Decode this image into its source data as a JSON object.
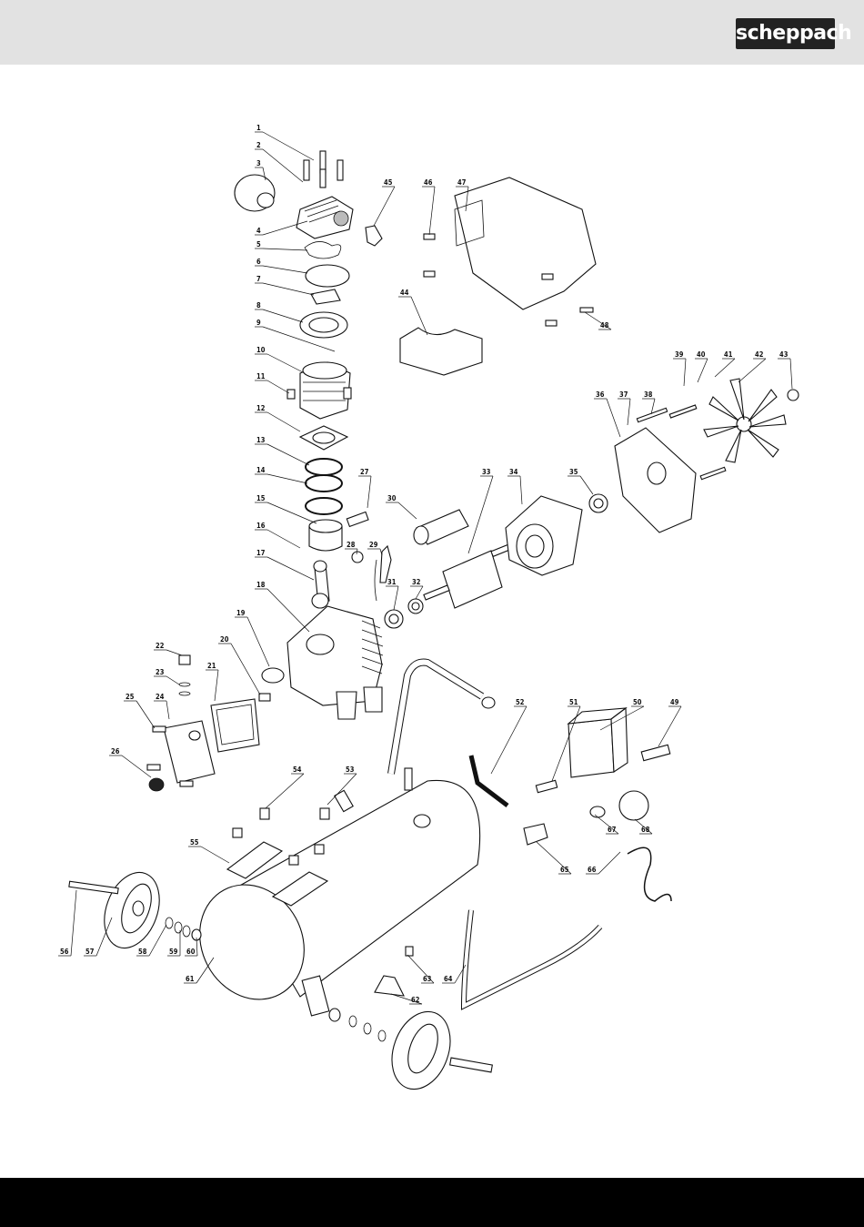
{
  "header": {
    "logo_text": "scheppach",
    "background": "#e2e2e2"
  },
  "footer": {
    "background": "#000000"
  },
  "diagram": {
    "labels": [
      "1",
      "2",
      "3",
      "4",
      "5",
      "6",
      "7",
      "8",
      "9",
      "10",
      "11",
      "12",
      "13",
      "14",
      "15",
      "16",
      "17",
      "18",
      "19",
      "20",
      "21",
      "22",
      "23",
      "24",
      "25",
      "26",
      "27",
      "28",
      "29",
      "30",
      "31",
      "32",
      "33",
      "34",
      "35",
      "36",
      "37",
      "38",
      "39",
      "40",
      "41",
      "42",
      "43",
      "44",
      "45",
      "46",
      "47",
      "48",
      "49",
      "50",
      "51",
      "52",
      "53",
      "54",
      "55",
      "56",
      "57",
      "58",
      "59",
      "60",
      "61",
      "62",
      "63",
      "64",
      "65",
      "66",
      "67",
      "68"
    ]
  }
}
